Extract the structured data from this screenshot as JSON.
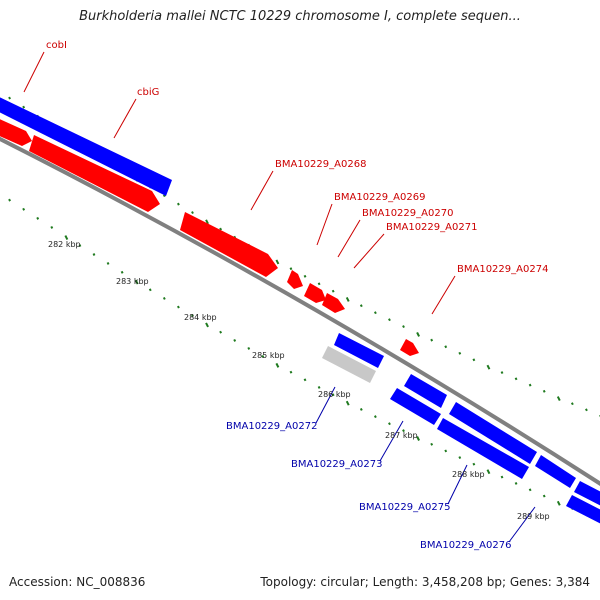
{
  "title": "Burkholderia mallei NCTC 10229 chromosome I, complete sequen...",
  "footer": {
    "accession": "Accession: NC_008836",
    "summary": "Topology: circular; Length: 3,458,208 bp; Genes: 3,384"
  },
  "colors": {
    "forward_gene": "#ff0000",
    "reverse_gene": "#0000ff",
    "pseudo_gene": "#c8c8c8",
    "backbone": "#808080",
    "tick": "#1f7a1f",
    "forward_label": "#cc0000",
    "reverse_label": "#0000aa"
  },
  "kbp_ticks": [
    "282 kbp",
    "283 kbp",
    "284 kbp",
    "285 kbp",
    "286 kbp",
    "287 kbp",
    "288 kbp",
    "289 kbp"
  ],
  "genes_forward": [
    {
      "label": "cobI"
    },
    {
      "label": "cbiG"
    },
    {
      "label": "BMA10229_A0268"
    },
    {
      "label": "BMA10229_A0269"
    },
    {
      "label": "BMA10229_A0270"
    },
    {
      "label": "BMA10229_A0271"
    },
    {
      "label": "BMA10229_A0274"
    }
  ],
  "genes_reverse": [
    {
      "label": "BMA10229_A0272"
    },
    {
      "label": "BMA10229_A0273"
    },
    {
      "label": "BMA10229_A0275"
    },
    {
      "label": "BMA10229_A0276"
    }
  ]
}
